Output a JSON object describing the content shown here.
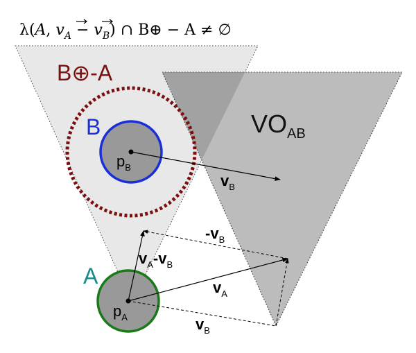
{
  "formula": {
    "lambda": "λ(",
    "A": "A",
    "comma": ", ",
    "vA": "v",
    "vA_sub": "A",
    "minus": " − ",
    "vB": "v",
    "vB_sub": "B",
    "tail": ") ∩ B⊕ − A ≠ ∅"
  },
  "labels": {
    "minkowski": "B⊕-A",
    "B": "B",
    "A": "A",
    "vo_main": "VO",
    "vo_sub": "AB",
    "pB_main": "p",
    "pB_sub": "B",
    "pA_main": "p",
    "pA_sub": "A",
    "vB_main": "v",
    "vB_sub": "B",
    "negvB_prefix": "-",
    "negvB_main": "v",
    "negvB_sub": "B",
    "rel_v1": "v",
    "rel_sub1": "A",
    "rel_minus": "-",
    "rel_v2": "v",
    "rel_sub2": "B",
    "vA_main": "v",
    "vA_sub": "A",
    "vB2_main": "v",
    "vB2_sub": "B"
  },
  "colors": {
    "cone_light": "#e8e8e8",
    "cone_dark": "#bcbcbc",
    "overlap": "#a2a2a2",
    "agent_fill": "#999999",
    "agent_a_stroke": "#1a7a1a",
    "agent_b_stroke": "#1a2fd6",
    "minkowski": "#7a0f0f",
    "label_a": "#1a8a8a",
    "label_b": "#1a2fd6"
  }
}
